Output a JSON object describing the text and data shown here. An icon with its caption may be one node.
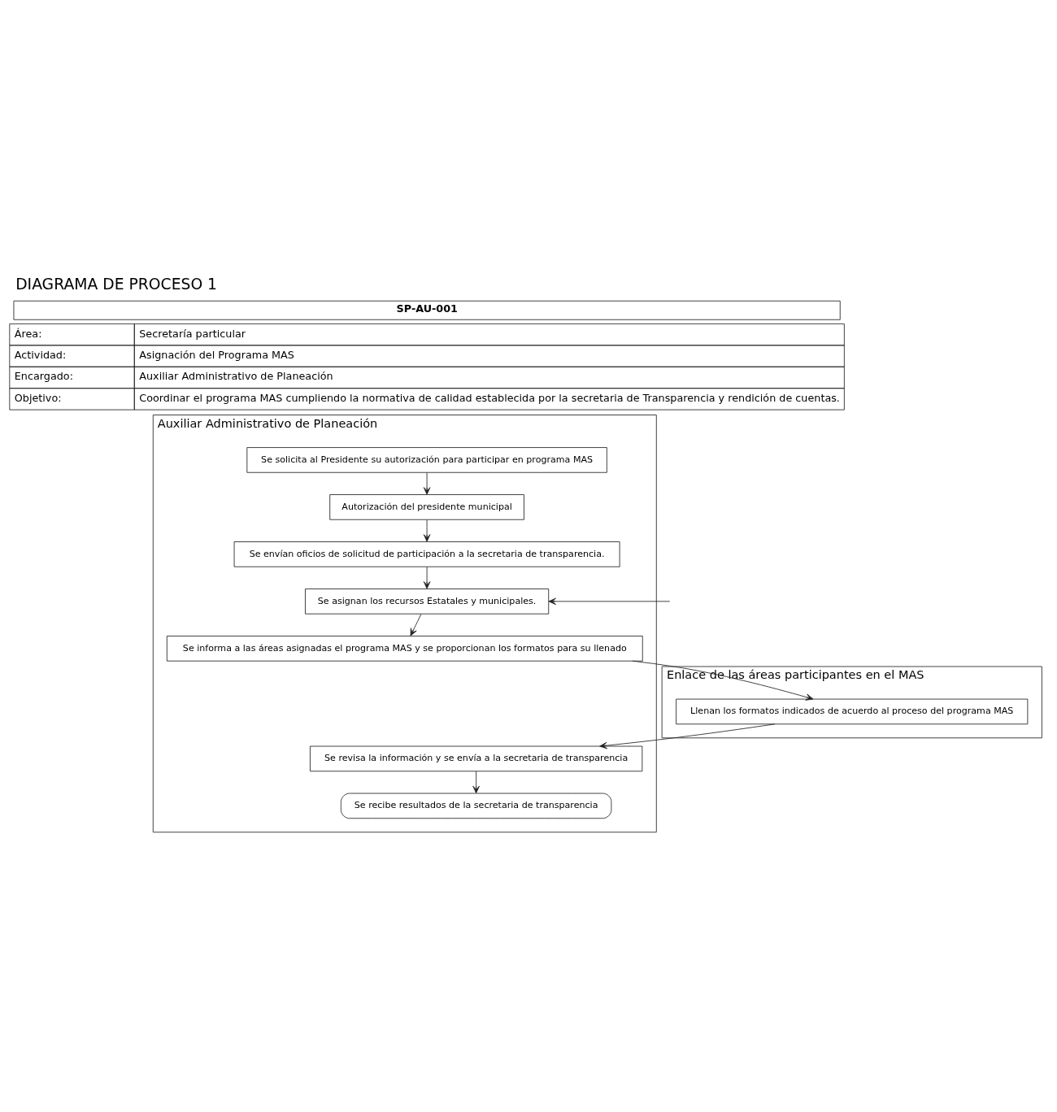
{
  "diagram": {
    "title": "DIAGRAMA DE PROCESO 1",
    "nodes": [
      {
        "text": [
          "Enlace de las áreas participantes en el MAS"
        ]
      },
      {
        "text": [
          "Auxiliar Administrativo de Planeación"
        ]
      },
      {
        "text": [
          "Se solicita al Presidente su autorización para participar en programa MAS"
        ],
        "in": 1
      },
      {
        "text": [
          "Autorización del presidente municipal"
        ],
        "in": 1
      },
      {
        "text": [
          "Se envían oficios de solicitud de participación a la secretaria de transparencia."
        ],
        "in": 1
      },
      {
        "text": [
          "Se asignan los recursos Estatales y municipales."
        ],
        "in": 1
      },
      {
        "text": [
          "Se informa a las áreas asignadas el programa MAS y se proporcionan los formatos para su llenado"
        ],
        "in": 1
      },
      {
        "text": [
          "Llenan los formatos indicados de acuerdo al proceso del programa MAS"
        ],
        "in": 0
      },
      {
        "text": [
          "Se revisa la información y se envía a la secretaria de transparencia"
        ],
        "in": 1
      },
      {
        "text": [
          "Se recibe resultados de la secretaria de transparencia"
        ],
        "in": 1
      }
    ],
    "edges": [
      {
        "from": 2,
        "to": 3,
        "arrow": "to"
      },
      {
        "from": 3,
        "to": 4,
        "arrow": "to"
      },
      {
        "from": 4,
        "to": 5,
        "arrow": "to"
      },
      {
        "from": null,
        "to": 5,
        "arrow": "to"
      },
      {
        "from": 5,
        "to": 6,
        "arrow": "to"
      },
      {
        "from": 6,
        "to": 7,
        "arrow": "to"
      },
      {
        "from": 7,
        "to": 8,
        "arrow": "to"
      },
      {
        "from": 8,
        "to": 9,
        "arrow": "to"
      }
    ],
    "labels": [
      "SP-AU-001",
      "Área:",
      "Secretaría particular",
      "Actividad:",
      "Asignación del Programa MAS",
      "Encargado:",
      "Auxiliar Administrativo de Planeación",
      "Objetivo:",
      "Coordinar el programa MAS cumpliendo la normativa de calidad establecida por la secretaria de Transparencia y rendición de cuentas."
    ]
  }
}
